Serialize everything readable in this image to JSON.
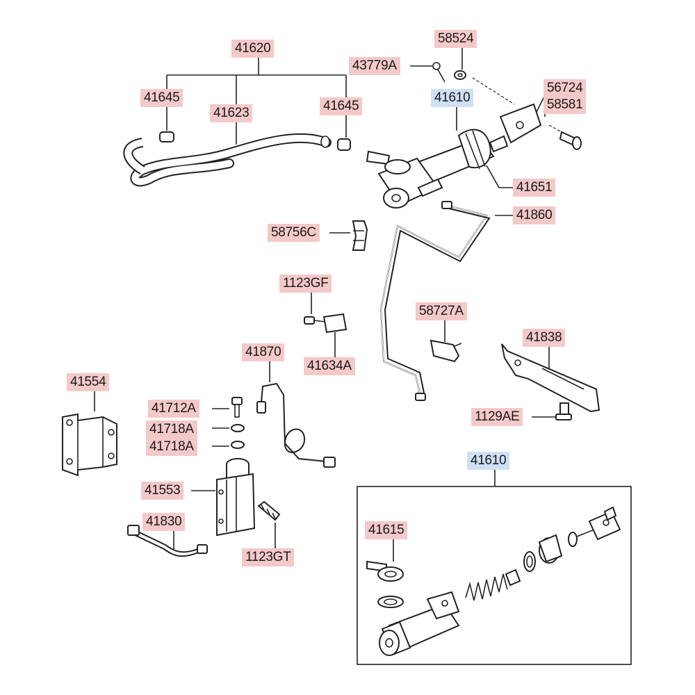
{
  "labels": {
    "l41620": "41620",
    "l41645a": "41645",
    "l41623": "41623",
    "l41645b": "41645",
    "l43779A": "43779A",
    "l58524": "58524",
    "l41610a": "41610",
    "l56724": "56724",
    "l58581": "58581",
    "l41651": "41651",
    "l41860": "41860",
    "l58756C": "58756C",
    "l1123GF": "1123GF",
    "l58727A": "58727A",
    "l41838": "41838",
    "l41634A": "41634A",
    "l41870": "41870",
    "l41554": "41554",
    "l41712A": "41712A",
    "l41718Aa": "41718A",
    "l41718Ab": "41718A",
    "l1129AE": "1129AE",
    "l41610b": "41610",
    "l41553": "41553",
    "l41615": "41615",
    "l41830": "41830",
    "l1123GT": "1123GT"
  },
  "colors": {
    "callout_red": "#f4c9c9",
    "callout_blue": "#cfe0f5",
    "line": "#222222"
  }
}
